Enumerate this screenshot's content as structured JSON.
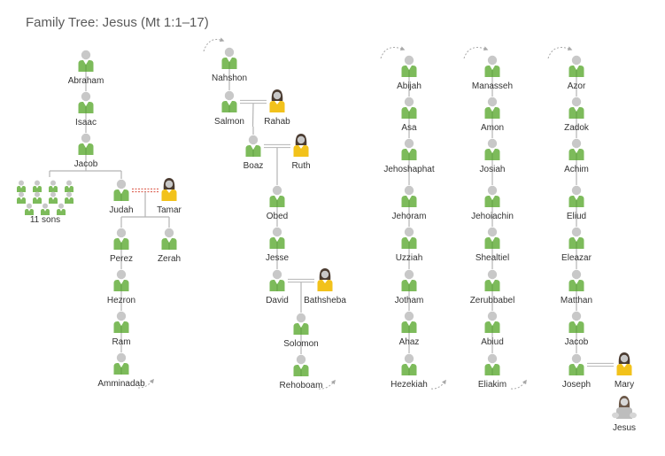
{
  "title": "Family Tree: Jesus (Mt 1:1–17)",
  "colors": {
    "male_body": "#7dbb5b",
    "male_body_dark": "#5e9a42",
    "head": "#c8c8c8",
    "female_body": "#f2c21b",
    "female_hair": "#4a3b30",
    "jesus_body": "#bdbdbd",
    "jesus_hair": "#6b5748",
    "line": "#b4b4b4",
    "tamar_line": "#d94f3f",
    "arrow": "#a8a8a8",
    "label": "#333333"
  },
  "people": {
    "abraham": "Abraham",
    "isaac": "Isaac",
    "jacob1": "Jacob",
    "sons": "11 sons",
    "judah": "Judah",
    "tamar": "Tamar",
    "perez": "Perez",
    "zerah": "Zerah",
    "hezron": "Hezron",
    "ram": "Ram",
    "amminadab": "Amminadab",
    "nahshon": "Nahshon",
    "salmon": "Salmon",
    "rahab": "Rahab",
    "boaz": "Boaz",
    "ruth": "Ruth",
    "obed": "Obed",
    "jesse": "Jesse",
    "david": "David",
    "bathsheba": "Bathsheba",
    "solomon": "Solomon",
    "rehoboam": "Rehoboam",
    "abijah": "Abijah",
    "asa": "Asa",
    "jehoshaphat": "Jehoshaphat",
    "jehoram": "Jehoram",
    "uzziah": "Uzziah",
    "jotham": "Jotham",
    "ahaz": "Ahaz",
    "hezekiah": "Hezekiah",
    "manasseh": "Manasseh",
    "amon": "Amon",
    "josiah": "Josiah",
    "jehoiachin": "Jehoiachin",
    "shealtiel": "Shealtiel",
    "zerubbabel": "Zerubbabel",
    "abiud": "Abiud",
    "eliakim": "Eliakim",
    "azor": "Azor",
    "zadok": "Zadok",
    "achim": "Achim",
    "eliud": "Eliud",
    "eleazar": "Eleazar",
    "matthan": "Matthan",
    "jacob2": "Jacob",
    "joseph": "Joseph",
    "mary": "Mary",
    "jesus": "Jesus"
  }
}
